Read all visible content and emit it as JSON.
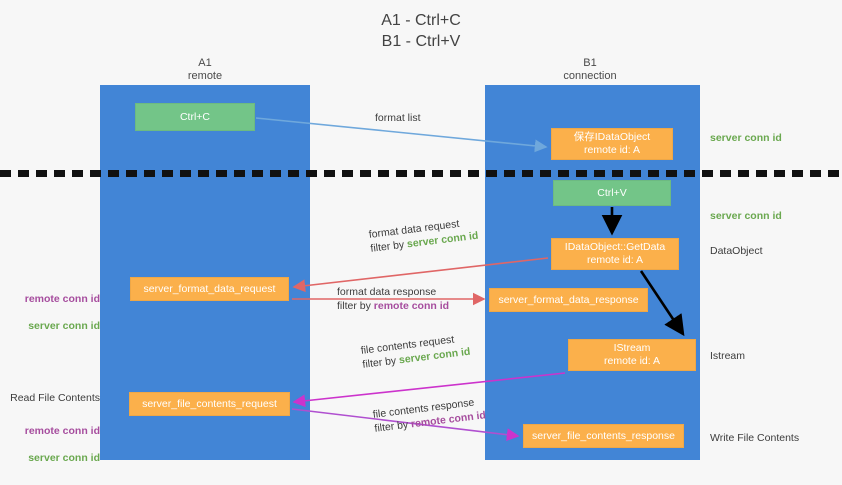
{
  "title": "A1 - Ctrl+C\nB1 - Ctrl+V",
  "lanes": {
    "left": {
      "name": "A1",
      "role": "remote",
      "label": "A1\nremote",
      "color": "#4285d6"
    },
    "right": {
      "name": "B1",
      "role": "connection",
      "label": "B1\nconnection",
      "color": "#4285d6"
    }
  },
  "colors": {
    "lane_blue": "#4285d6",
    "box_green": "#73c588",
    "box_orange": "#fbb04b",
    "server_conn_green": "#6aa84f",
    "remote_conn_purple": "#a64d9e",
    "arrow_blue": "#6fa8dc",
    "arrow_red": "#e06666",
    "arrow_magenta": "#cc33cc",
    "arrow_black": "#000000",
    "divider_black": "#111111"
  },
  "nodes": [
    {
      "id": "ctrl-c",
      "line1": "Ctrl+C",
      "line2": "",
      "color": "green"
    },
    {
      "id": "save-idataobject",
      "line1": "保存IDataObject",
      "line2": "remote id: A",
      "color": "orange"
    },
    {
      "id": "ctrl-v",
      "line1": "Ctrl+V",
      "line2": "",
      "color": "green"
    },
    {
      "id": "idataobject-getdata",
      "line1": "IDataObject::GetData",
      "line2": "remote id: A",
      "color": "orange"
    },
    {
      "id": "istream",
      "line1": "IStream",
      "line2": "remote id: A",
      "color": "orange"
    },
    {
      "id": "server-format-data-request",
      "line1": "server_format_data_request",
      "line2": "",
      "color": "orange"
    },
    {
      "id": "server-format-data-response",
      "line1": "server_format_data_response",
      "line2": "",
      "color": "orange"
    },
    {
      "id": "server-file-contents-request",
      "line1": "server_file_contents_request",
      "line2": "",
      "color": "orange"
    },
    {
      "id": "server-file-contents-response",
      "line1": "server_file_contents_response",
      "line2": "",
      "color": "orange"
    }
  ],
  "edge_labels": {
    "format_list": "format list",
    "format_data_request": "format data request",
    "format_data_request_filter_prefix": "filter by ",
    "format_data_request_filter_value": "server conn id",
    "format_data_response": "format data response",
    "format_data_response_filter_prefix": "filter by ",
    "format_data_response_filter_value": "remote conn id",
    "file_contents_request": "file contents request",
    "file_contents_request_filter_prefix": "filter by ",
    "file_contents_request_filter_value": "server conn id",
    "file_contents_response": "file contents response",
    "file_contents_response_filter_prefix": "filter by ",
    "file_contents_response_filter_value": "remote conn id"
  },
  "annotations": {
    "right": {
      "server_conn_id_top": "server conn id",
      "server_conn_id_mid": "server conn id",
      "dataobject": "DataObject",
      "istream": "Istream",
      "write_file_contents": "Write File Contents"
    },
    "left": {
      "remote_conn_id_1": "remote conn id",
      "server_conn_id_1": "server conn id",
      "read_file_contents": "Read File Contents",
      "remote_conn_id_2": "remote conn id",
      "server_conn_id_2": "server conn id"
    }
  }
}
